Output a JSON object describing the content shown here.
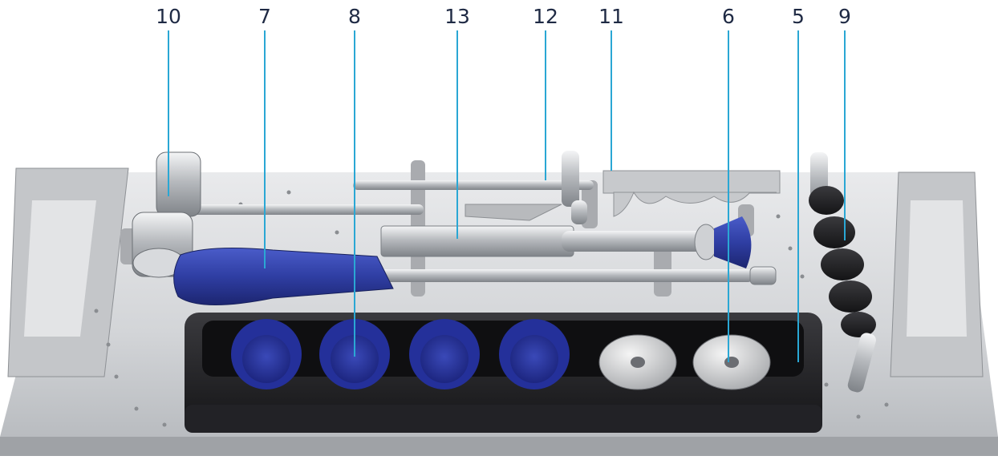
{
  "colors": {
    "callout_text": "#1f2a44",
    "leader_line": "#2aa7d4",
    "steel": "#c9ccd0",
    "blue_handle": "#2f3ea3",
    "black_tray": "#1b1b1d"
  },
  "callouts": [
    {
      "id": "c10",
      "label": "10"
    },
    {
      "id": "c7",
      "label": "7"
    },
    {
      "id": "c8",
      "label": "8"
    },
    {
      "id": "c13",
      "label": "13"
    },
    {
      "id": "c12",
      "label": "12"
    },
    {
      "id": "c11",
      "label": "11"
    },
    {
      "id": "c6",
      "label": "6"
    },
    {
      "id": "c5",
      "label": "5"
    },
    {
      "id": "c9",
      "label": "9"
    }
  ],
  "illustration": {
    "subject": "surgical-instrument-tray-icon",
    "components": [
      "mallet-icon",
      "screwdriver-icon",
      "insert-holder-tray-icon",
      "tapered-screw-icon",
      "handle-icon",
      "slotted-tool-icon",
      "threaded-disc-icon",
      "ribbed-grip-icon"
    ]
  }
}
